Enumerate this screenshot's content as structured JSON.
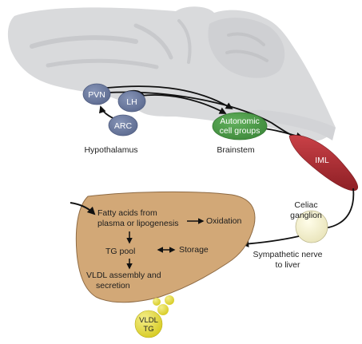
{
  "labels": {
    "pvn": "PVN",
    "lh": "LH",
    "arc": "ARC",
    "autonomic_line1": "Autonomic",
    "autonomic_line2": "cell groups",
    "hypothalamus": "Hypothalamus",
    "brainstem": "Brainstem",
    "iml": "IML",
    "celiac_line1": "Celiac",
    "celiac_line2": "ganglion",
    "nerve_line1": "Sympathetic nerve",
    "nerve_line2": "to liver",
    "fatty_line1": "Fatty acids from",
    "fatty_line2": "plasma or lipogenesis",
    "oxidation": "Oxidation",
    "tg_pool": "TG pool",
    "storage": "Storage",
    "vldl_line1": "VLDL assembly and",
    "vldl_line2": "secretion",
    "vldl_drop1": "VLDL",
    "vldl_drop2": "TG"
  },
  "colors": {
    "brain": "#d9dadc",
    "brain_fold": "#c9cacd",
    "hypothalamic_nucleus": "#6f7ea3",
    "autonomic": "#4d9a4a",
    "iml": "#b62e34",
    "celiac": "#f5f2d3",
    "liver": "#d2a877",
    "vldl": "#e6dc3c",
    "pathway": "#111111"
  }
}
